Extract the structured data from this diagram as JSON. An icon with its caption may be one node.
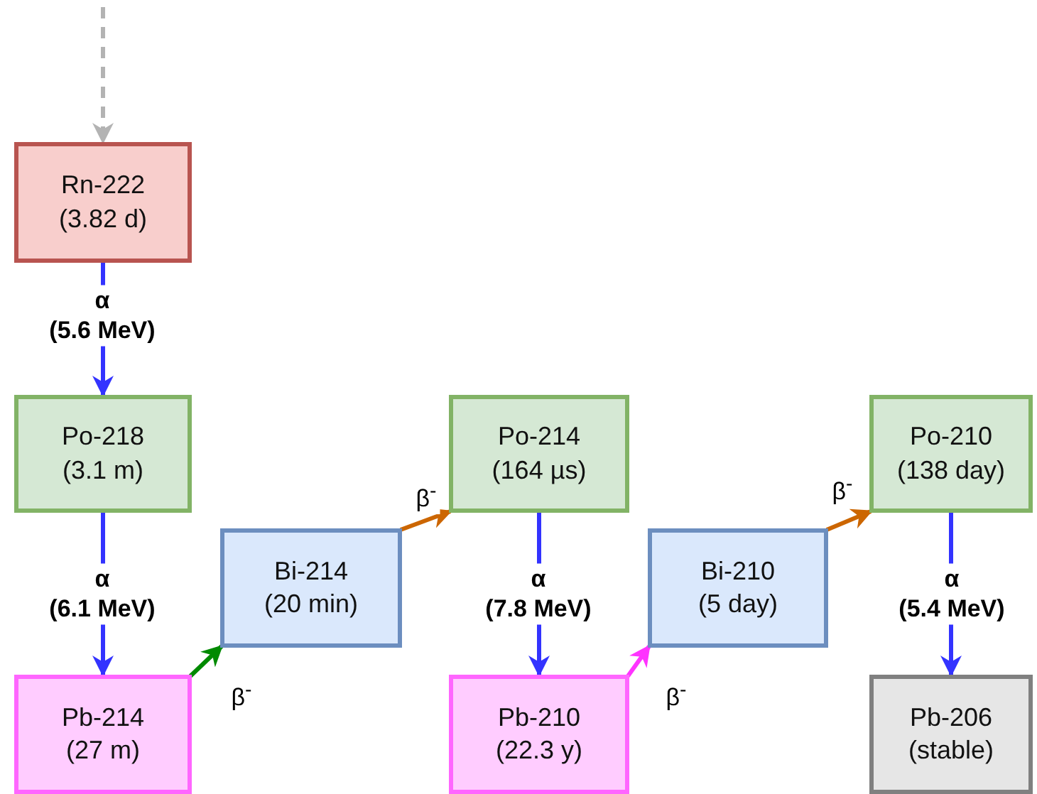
{
  "diagram": {
    "nodes": [
      {
        "text": [
          "Rn-222",
          "(3.82 d)"
        ]
      },
      {
        "text": [
          "Po-218",
          "(3.1 m)"
        ]
      },
      {
        "text": [
          "Po-214",
          "(164 µs)"
        ]
      },
      {
        "text": [
          "Po-210",
          "(138 day)"
        ]
      },
      {
        "text": [
          "Bi-214",
          "(20 min)"
        ]
      },
      {
        "text": [
          "Bi-210",
          "(5 day)"
        ]
      },
      {
        "text": [
          "Pb-214",
          "(27 m)"
        ]
      },
      {
        "text": [
          "Pb-210",
          "(22.3 y)"
        ]
      },
      {
        "text": [
          "Pb-206",
          "(stable)"
        ]
      }
    ],
    "edges": [
      {
        "from": null,
        "to": 0,
        "arrow": "to",
        "style": "dashed",
        "color": "#b3b3b3"
      },
      {
        "from": 0,
        "to": 1,
        "arrow": "to",
        "label": "α (5.6 MeV)"
      },
      {
        "from": 1,
        "to": 6,
        "arrow": "to",
        "label": "α (6.1 MeV)"
      },
      {
        "from": 6,
        "to": 4,
        "arrow": "to",
        "label": "β$^{-}$",
        "color": "#008a00"
      },
      {
        "from": 4,
        "to": 2,
        "arrow": "to",
        "label": "β$^{-}$",
        "color": "#cc6600"
      },
      {
        "from": 2,
        "to": 7,
        "arrow": "to",
        "label": "α (7.8 MeV)"
      },
      {
        "from": 7,
        "to": 5,
        "arrow": "to",
        "label": "β$^{-}$",
        "color": "#ff33ff"
      },
      {
        "from": 5,
        "to": 3,
        "arrow": "to",
        "label": "β$^{-}$",
        "color": "#cc6600"
      },
      {
        "from": 3,
        "to": 8,
        "arrow": "to",
        "label": "α (5.4 MeV)"
      }
    ]
  }
}
